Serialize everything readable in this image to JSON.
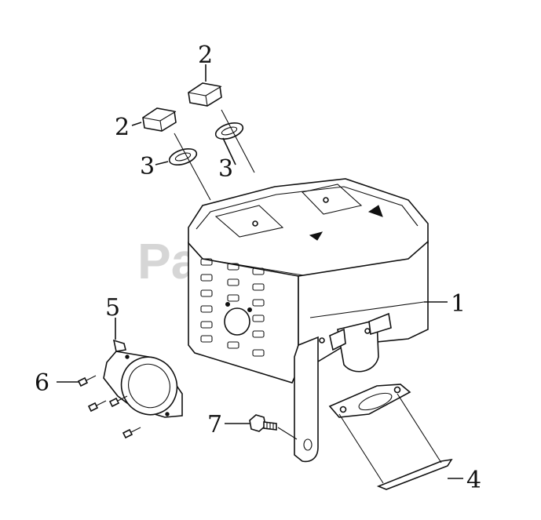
{
  "watermark": "PartsTree",
  "callouts": [
    {
      "id": "nut-top",
      "label": "2"
    },
    {
      "id": "nut-left",
      "label": "2"
    },
    {
      "id": "washer-left",
      "label": "3"
    },
    {
      "id": "washer-right",
      "label": "3"
    },
    {
      "id": "muffler",
      "label": "1"
    },
    {
      "id": "deflector",
      "label": "5"
    },
    {
      "id": "screw",
      "label": "6"
    },
    {
      "id": "bolt",
      "label": "7"
    },
    {
      "id": "gasket",
      "label": "4"
    }
  ]
}
